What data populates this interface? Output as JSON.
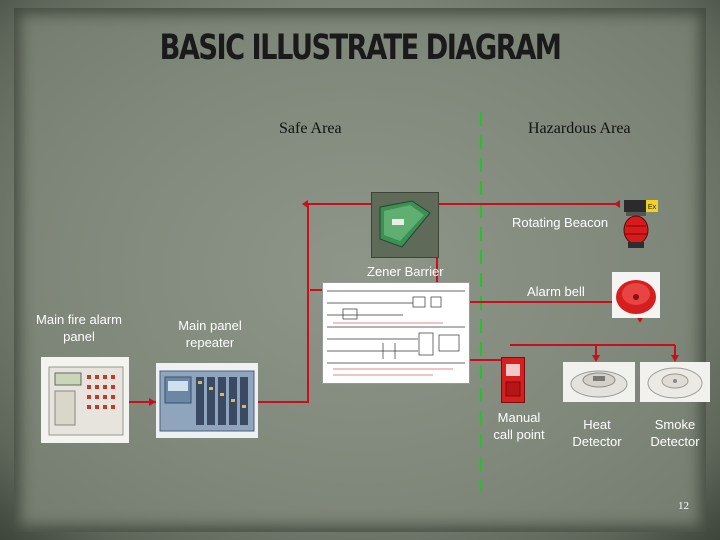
{
  "title": "BASIC ILLUSTRATE DIAGRAM",
  "zones": {
    "safe": "Safe Area",
    "hazardous": "Hazardous Area"
  },
  "labels": {
    "rotating_beacon": "Rotating Beacon",
    "zener_barrier": "Zener Barrier",
    "alarm_bell": "Alarm bell",
    "main_panel_l1": "Main fire alarm",
    "main_panel_l2": "panel",
    "repeater_l1": "Main panel",
    "repeater_l2": "repeater",
    "manual_l1": "Manual",
    "manual_l2": "call point",
    "heat_l1": "Heat",
    "heat_l2": "Detector",
    "smoke_l1": "Smoke",
    "smoke_l2": "Detector"
  },
  "page_number": "12",
  "colors": {
    "wire": "#c8101c",
    "divider": "#22c322",
    "label": "#ffffff"
  }
}
